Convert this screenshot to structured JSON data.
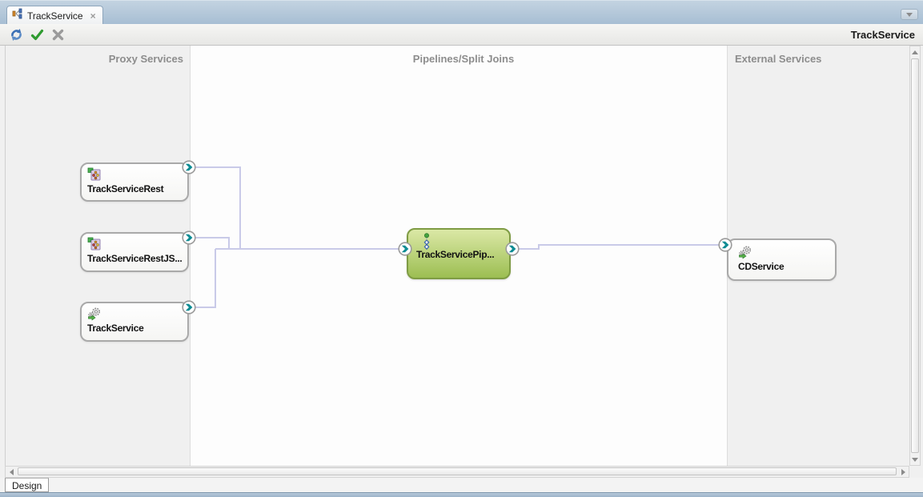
{
  "window": {
    "tab": {
      "label": "TrackService",
      "close_glyph": "×",
      "icon": "split-join-tab-icon"
    },
    "overflow_icon": "chevron-down-icon"
  },
  "toolbar": {
    "title": "TrackService",
    "buttons": [
      {
        "name": "refresh",
        "icon": "refresh-icon"
      },
      {
        "name": "validate",
        "icon": "green-check-icon"
      },
      {
        "name": "delete",
        "icon": "gray-x-icon"
      }
    ]
  },
  "columns": {
    "proxy_header": "Proxy Services",
    "pipeline_header": "Pipelines/Split Joins",
    "external_header": "External Services"
  },
  "nodes": {
    "proxy": [
      {
        "label": "TrackServiceRest",
        "icon": "rest-proxy-service-icon"
      },
      {
        "label": "TrackServiceRestJS...",
        "icon": "rest-proxy-service-icon"
      },
      {
        "label": "TrackService",
        "icon": "gears-proxy-service-icon"
      }
    ],
    "pipeline": {
      "label": "TrackServicePip...",
      "icon": "pipeline-icon"
    },
    "external": [
      {
        "label": "CDService",
        "icon": "gears-business-service-icon"
      }
    ]
  },
  "footer": {
    "design_tab_label": "Design"
  },
  "icons": [
    "arrow-endpoint-badge",
    "scroll-up-arrow",
    "scroll-down-arrow",
    "scroll-left-arrow",
    "scroll-right-arrow"
  ],
  "colors": {
    "tabbar_bg": "#a7bed3",
    "column_bg": "#f0f0f0",
    "pipeline_node_fill": "#9cbe52",
    "pipeline_node_border": "#7f9c44",
    "connector": "#c9cae8",
    "badge_arrow": "#0d8b93",
    "header_text": "#8d8d8d"
  }
}
